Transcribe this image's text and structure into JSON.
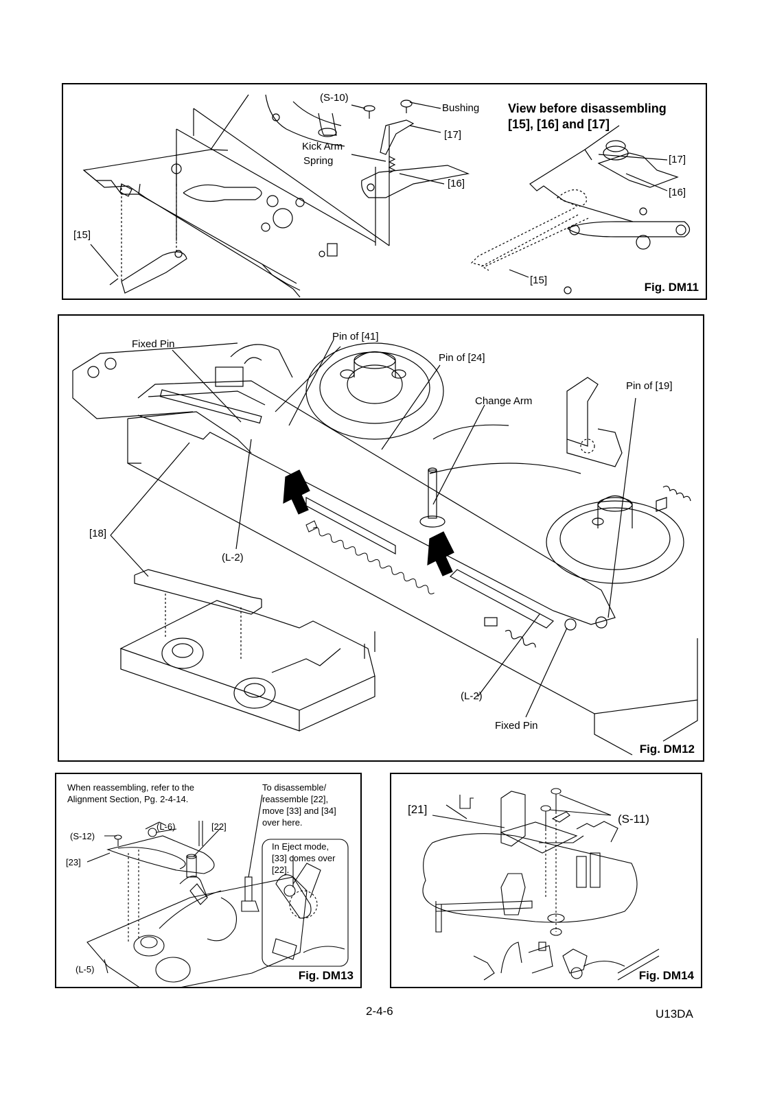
{
  "dm11": {
    "fig": "Fig. DM11",
    "title_line1": "View before disassembling",
    "title_line2": "[15], [16] and [17]",
    "labels": {
      "s10": "(S-10)",
      "bushing": "Bushing",
      "p17": "[17]",
      "kick1": "Kick Arm",
      "kick2": "Spring",
      "p16": "[16]",
      "p15": "[15]",
      "r17": "[17]",
      "r16": "[16]",
      "r15": "[15]"
    }
  },
  "dm12": {
    "fig": "Fig. DM12",
    "labels": {
      "fixed_pin_top": "Fixed Pin",
      "pin41": "Pin of [41]",
      "pin24": "Pin of [24]",
      "change_arm": "Change Arm",
      "pin19": "Pin of [19]",
      "p18": "[18]",
      "l2_left": "(L-2)",
      "l2_right": "(L-2)",
      "fixed_pin_bottom": "Fixed Pin"
    }
  },
  "dm13": {
    "fig": "Fig. DM13",
    "note_left_1": "When reassembling, refer to the",
    "note_left_2": "Alignment Section, Pg. 2-4-14.",
    "note_right_1": "To disassemble/",
    "note_right_2": "reassemble [22],",
    "note_right_3": "move [33] and [34]",
    "note_right_4": "over here.",
    "eject_1": "In Eject mode,",
    "eject_2": "[33] comes over",
    "eject_3": "[22].",
    "labels": {
      "l6": "(L-6)",
      "p22": "[22]",
      "s12": "(S-12)",
      "p23": "[23]",
      "l5": "(L-5)"
    }
  },
  "dm14": {
    "fig": "Fig. DM14",
    "labels": {
      "p21": "[21]",
      "s11": "(S-11)"
    }
  },
  "footer": {
    "page": "2-4-6",
    "model": "U13DA"
  }
}
